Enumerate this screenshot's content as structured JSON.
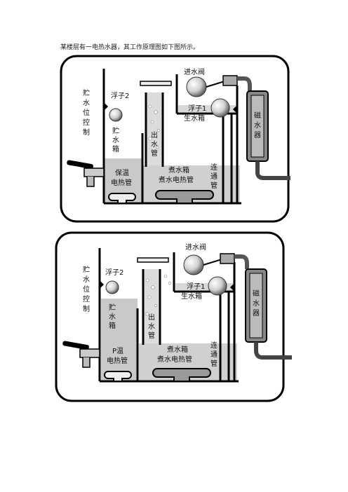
{
  "intro": "某楼层有一电热水器，其工作原理图如下图所示。",
  "diagrams": [
    {
      "inlet_valve": "进水阀",
      "float2": "浮子2",
      "float1": "浮子1",
      "raw_tank": "生水箱",
      "storage_level_control": [
        "贮",
        "水",
        "位",
        "控",
        "制"
      ],
      "storage_tank": [
        "贮",
        "水",
        "箱"
      ],
      "outlet_pipe": [
        "出",
        "水",
        "管"
      ],
      "magnetizer": [
        "磁",
        "水",
        "器"
      ],
      "boil_tank": "煮水箱",
      "boil_heater": "煮水电热管",
      "connecting_pipe": [
        "连",
        "通",
        "管"
      ],
      "warm_label": "保温",
      "warm_heater": "电热管"
    },
    {
      "inlet_valve": "进水阀",
      "float2": "浮子2",
      "float1": "浮子1",
      "raw_tank": "生水箱",
      "storage_level_control": [
        "贮",
        "水",
        "位",
        "控",
        "制"
      ],
      "storage_tank": [
        "贮",
        "水",
        "箱"
      ],
      "outlet_pipe": [
        "出",
        "水",
        "管"
      ],
      "magnetizer": [
        "磁",
        "水",
        "器"
      ],
      "boil_tank": "煮水箱",
      "boil_heater": "煮水电热管",
      "connecting_pipe": [
        "连",
        "通",
        "管"
      ],
      "warm_label": "P温",
      "warm_heater": "电热管"
    }
  ]
}
